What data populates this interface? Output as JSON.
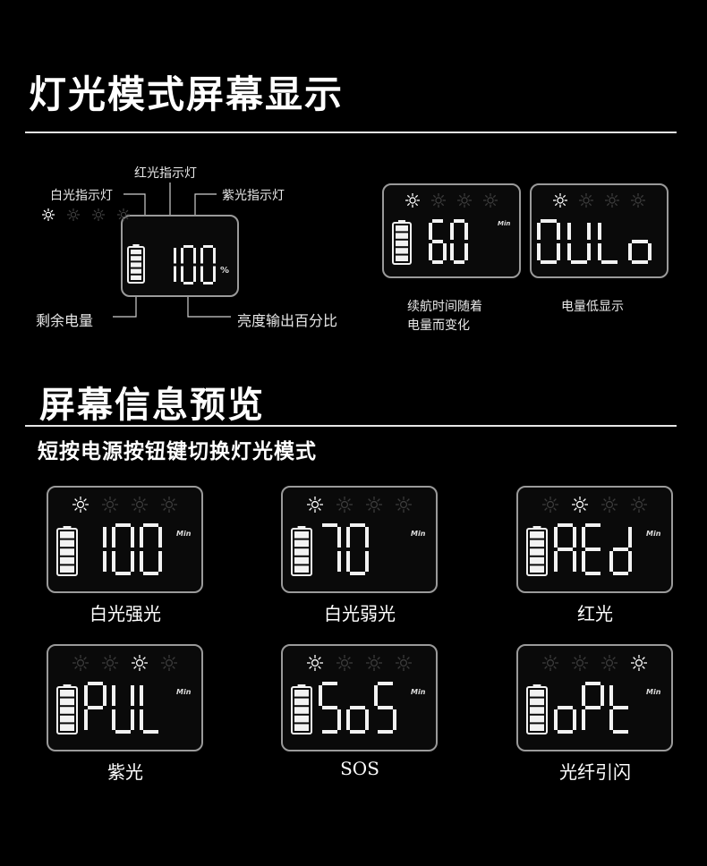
{
  "section1": {
    "title": "灯光模式屏幕显示",
    "labels": {
      "white_indicator": "白光指示灯",
      "red_indicator": "红光指示灯",
      "purple_indicator": "紫光指示灯",
      "remaining_power": "剩余电量",
      "brightness_pct": "亮度输出百分比",
      "percent_unit": "%"
    },
    "notes": {
      "runtime_line1": "续航时间随着",
      "runtime_line2": "电量而变化",
      "low_power": "电量低显示"
    }
  },
  "section2": {
    "title": "屏幕信息预览",
    "subtitle": "短按电源按钮键切换灯光模式"
  },
  "min_unit": "Min",
  "displays": [
    {
      "id": "diagram",
      "readout": "100",
      "active_light": 0
    },
    {
      "id": "runtime",
      "readout": "60",
      "active_light": 0
    },
    {
      "id": "low",
      "readout": "OULo",
      "active_light": 0
    },
    {
      "id": "white-strong",
      "readout": "100",
      "active_light": 0,
      "caption": "白光强光"
    },
    {
      "id": "white-weak",
      "readout": "70",
      "active_light": 0,
      "caption": "白光弱光"
    },
    {
      "id": "red",
      "readout": "REd",
      "active_light": 1,
      "caption": "红光"
    },
    {
      "id": "purple",
      "readout": "PUL",
      "active_light": 2,
      "caption": "紫光"
    },
    {
      "id": "sos",
      "readout": "SoS",
      "active_light": 0,
      "caption": "SOS"
    },
    {
      "id": "fiber",
      "readout": "oPt",
      "active_light": 3,
      "caption": "光纤引闪"
    }
  ]
}
